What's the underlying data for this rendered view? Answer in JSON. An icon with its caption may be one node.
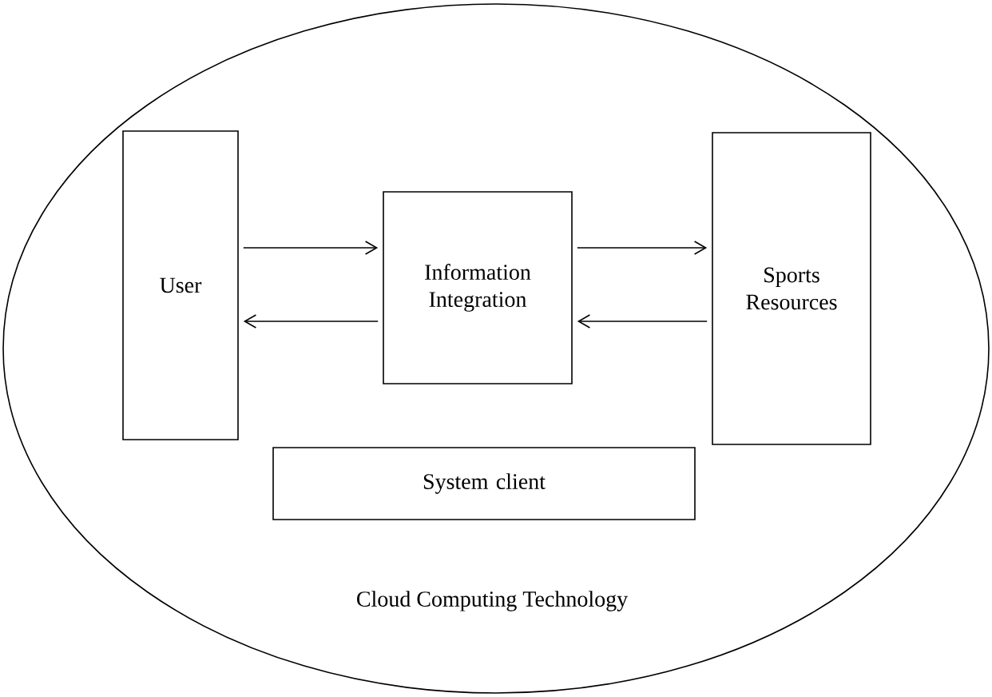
{
  "diagram": {
    "nodes": [
      {
        "text": [
          "Cloud Computing Technology"
        ]
      },
      {
        "text": [
          "User"
        ],
        "in": 0
      },
      {
        "text": [
          "Information Integration"
        ],
        "in": 0
      },
      {
        "text": [
          "Sports Resources"
        ],
        "in": 0
      },
      {
        "text": [
          "System client"
        ],
        "in": 0
      }
    ],
    "edges": [
      {
        "from": 1,
        "to": 2,
        "arrow": "to"
      },
      {
        "from": 2,
        "to": 1,
        "arrow": "to"
      },
      {
        "from": 2,
        "to": 3,
        "arrow": "to"
      },
      {
        "from": 3,
        "to": 2,
        "arrow": "to"
      }
    ]
  }
}
